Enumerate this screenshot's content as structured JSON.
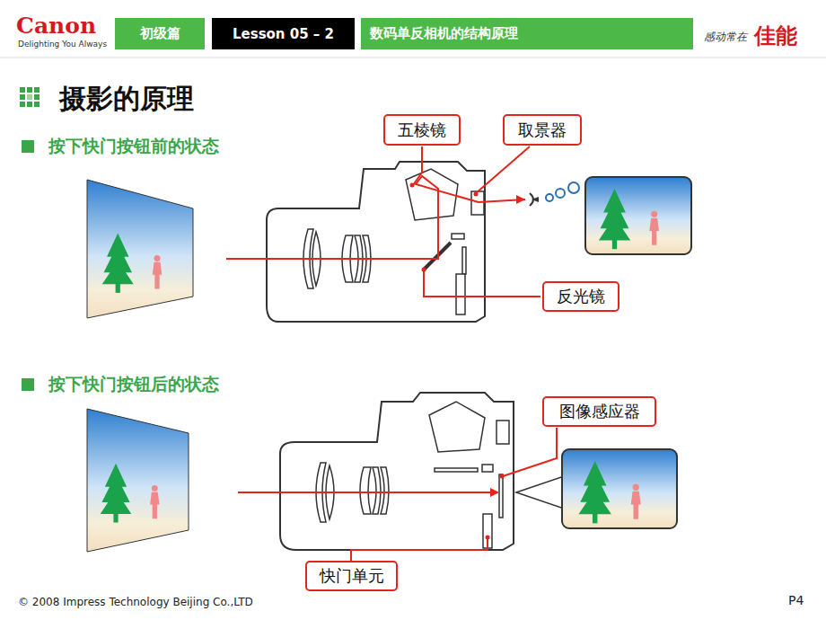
{
  "diagram": {
    "title": "摄影的原理",
    "nodes": [
      {
        "text": [
          "初级篇"
        ]
      },
      {
        "text": [
          "Lesson 05 – 2"
        ]
      },
      {
        "text": [
          "数码单反相机的结构原理"
        ]
      },
      {
        "text": [
          "五棱镜"
        ]
      },
      {
        "text": [
          "取景器"
        ]
      },
      {
        "text": [
          "反光镜"
        ]
      },
      {
        "text": [
          "图像感应器"
        ]
      },
      {
        "text": [
          "快门单元"
        ]
      }
    ],
    "labels": [
      "Canon",
      "Delighting You Always",
      "感动常在",
      "佳能",
      "按下快门按钮前的状态",
      "按下快门按钮后的状态",
      "© 2008 Impress Technology Beijing Co.,LTD",
      "P4"
    ]
  }
}
